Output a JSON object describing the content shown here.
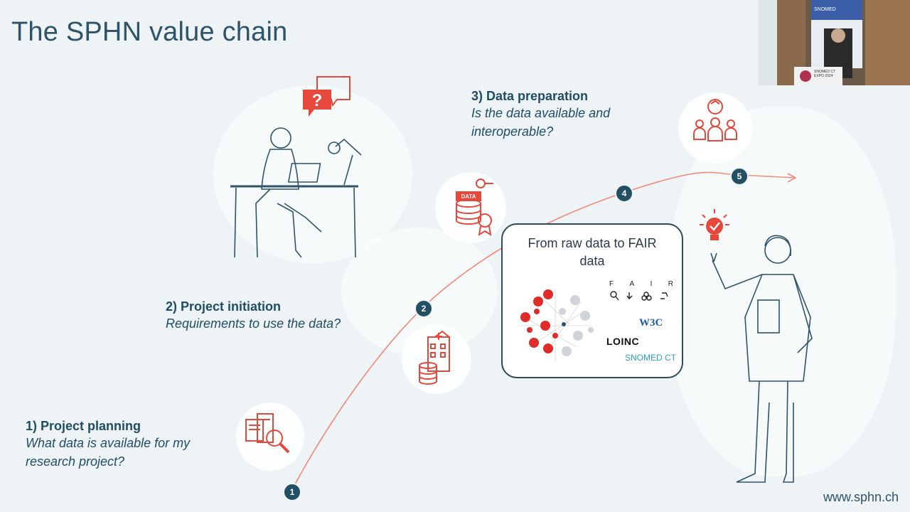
{
  "slide": {
    "title": "The SPHN value chain",
    "footer": "www.sphn.ch"
  },
  "steps": [
    {
      "number": "1",
      "heading": "1) Project planning",
      "question_line1": "What data is available for my",
      "question_line2": "research project?"
    },
    {
      "number": "2",
      "heading": "2) Project initiation",
      "question_line1": "Requirements to use the data?"
    },
    {
      "number": "3",
      "heading": "3) Data preparation",
      "question_line1": "Is the data available and",
      "question_line2": "interoperable?"
    }
  ],
  "nodes": [
    "1",
    "2",
    "4",
    "5"
  ],
  "fair_box": {
    "title_line1": "From raw data to FAIR",
    "title_line2": "data",
    "fair_letters": [
      "F",
      "A",
      "I",
      "R"
    ],
    "logos": {
      "w3c": "W3C",
      "loinc": "LOINC",
      "snomed": "SNOMED CT"
    }
  },
  "icons": {
    "speech": "question-speech-bubble-icon",
    "data": "data-key-database-icon",
    "hospital": "hospital-database-icon",
    "documents": "document-search-icon",
    "people": "people-recycle-icon",
    "bulb": "lightbulb-check-icon"
  },
  "video_overlay": {
    "banner_brand": "SNOMED",
    "podium_line1": "SNOMED CT",
    "podium_line2": "EXPO 2024"
  },
  "colors": {
    "accent": "#e8473b",
    "dark": "#234f65",
    "curve": "#f08a7a"
  }
}
